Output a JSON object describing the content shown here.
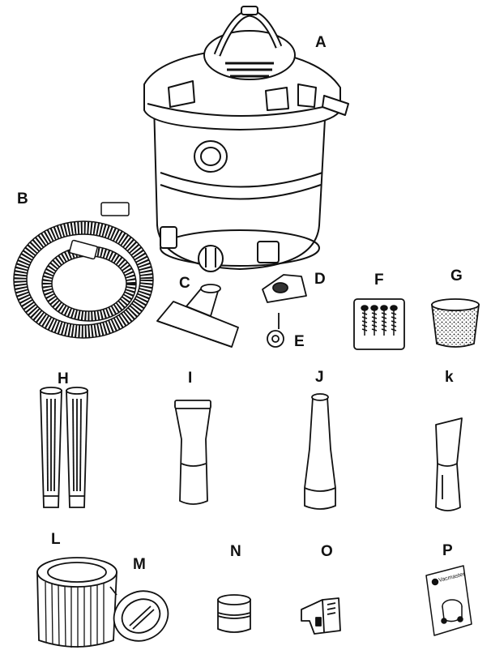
{
  "parts": [
    {
      "letter": "A",
      "icon": "wet-dry-vac-body"
    },
    {
      "letter": "B",
      "icon": "hose"
    },
    {
      "letter": "C",
      "icon": "floor-nozzle"
    },
    {
      "letter": "D",
      "icon": "caster-base"
    },
    {
      "letter": "E",
      "icon": "caster-wheel"
    },
    {
      "letter": "F",
      "icon": "screws-pack"
    },
    {
      "letter": "G",
      "icon": "foam-sleeve"
    },
    {
      "letter": "H",
      "icon": "extension-wands"
    },
    {
      "letter": "I",
      "icon": "utility-nozzle"
    },
    {
      "letter": "J",
      "icon": "round-nozzle"
    },
    {
      "letter": "k",
      "icon": "crevice-tool"
    },
    {
      "letter": "L",
      "icon": "cartridge-filter"
    },
    {
      "letter": "M",
      "icon": "filter-lid"
    },
    {
      "letter": "N",
      "icon": "adapter"
    },
    {
      "letter": "O",
      "icon": "hose-clip"
    },
    {
      "letter": "P",
      "icon": "owners-manual"
    }
  ],
  "manual_brand": "Vacmaster"
}
